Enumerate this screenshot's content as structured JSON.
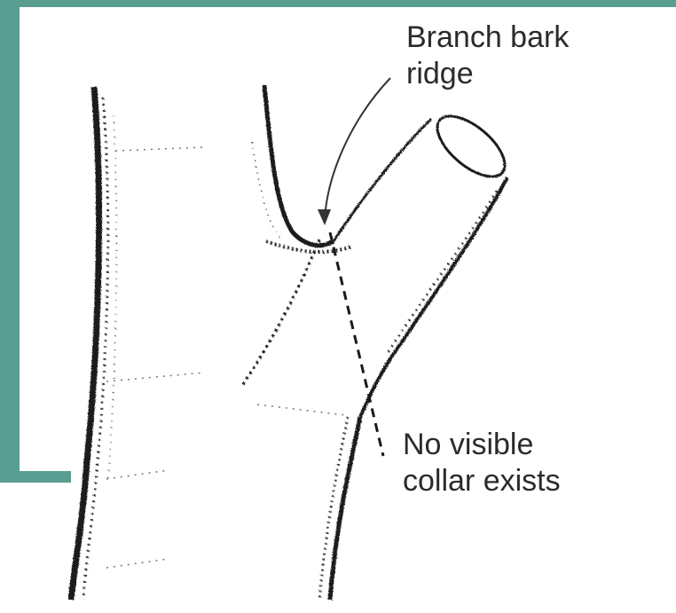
{
  "annotations": {
    "branch_bark_ridge": {
      "line1": "Branch bark",
      "line2": "ridge"
    },
    "no_collar": {
      "line1": "No visible",
      "line2": "collar exists"
    }
  },
  "colors": {
    "frame_accent": "#5a9e92",
    "ink": "#1a1a1a",
    "background": "#ffffff"
  }
}
